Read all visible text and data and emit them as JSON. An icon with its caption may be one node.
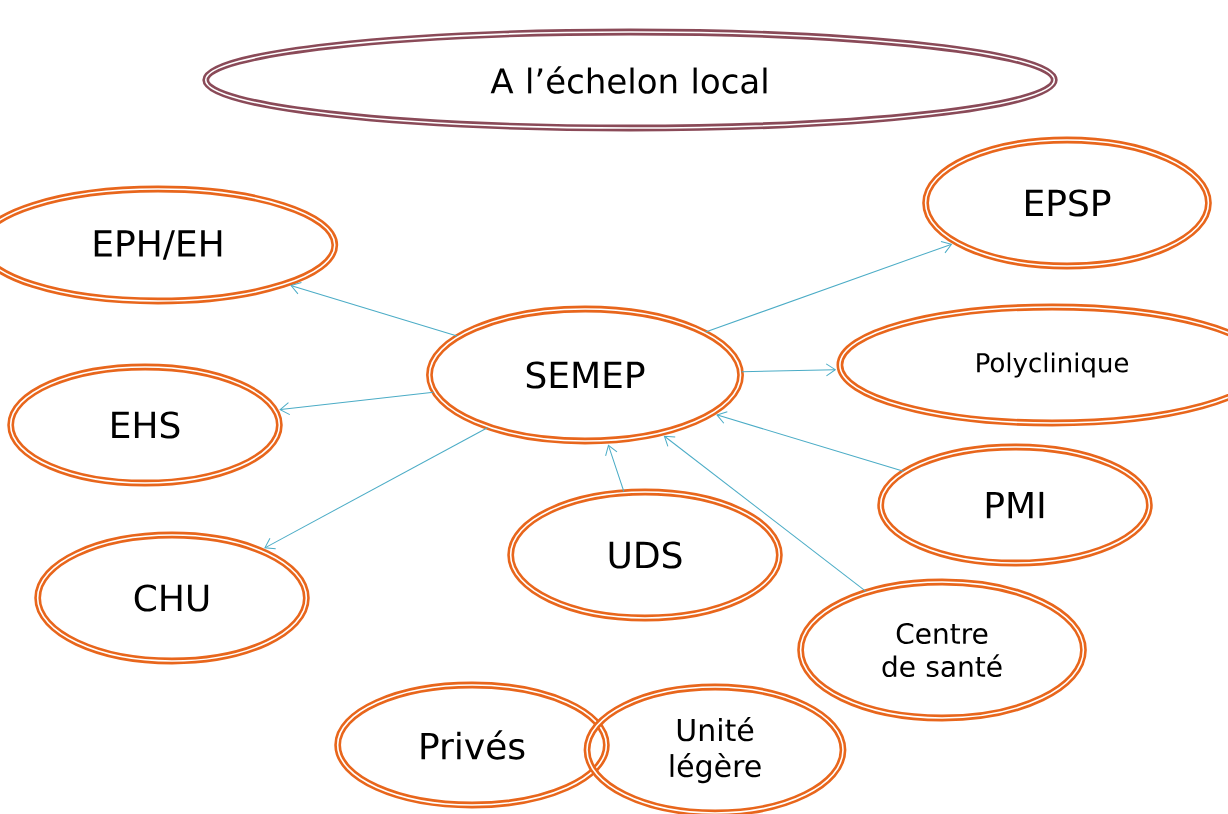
{
  "diagram": {
    "nodes": [
      {
        "text": [
          "A l’échelon local"
        ]
      },
      {
        "text": [
          "EPH/EH"
        ]
      },
      {
        "text": [
          "EPSP"
        ]
      },
      {
        "text": [
          "SEMEP"
        ]
      },
      {
        "text": [
          "Polyclinique"
        ]
      },
      {
        "text": [
          "EHS"
        ]
      },
      {
        "text": [
          "PMI"
        ]
      },
      {
        "text": [
          "UDS"
        ]
      },
      {
        "text": [
          "CHU"
        ]
      },
      {
        "text": [
          "Centre de santé"
        ]
      },
      {
        "text": [
          "Privés"
        ]
      },
      {
        "text": [
          "Unité légère"
        ]
      }
    ],
    "edges": [
      {
        "from": 3,
        "to": 1,
        "arrow": "to"
      },
      {
        "from": 3,
        "to": 2,
        "arrow": "to"
      },
      {
        "from": 3,
        "to": 4,
        "arrow": "to"
      },
      {
        "from": 3,
        "to": 5,
        "arrow": "to"
      },
      {
        "from": 3,
        "to": 8,
        "arrow": "to"
      },
      {
        "from": 6,
        "to": 3,
        "arrow": "to"
      },
      {
        "from": 7,
        "to": 3,
        "arrow": "to"
      },
      {
        "from": 9,
        "to": 3,
        "arrow": "to"
      }
    ]
  }
}
